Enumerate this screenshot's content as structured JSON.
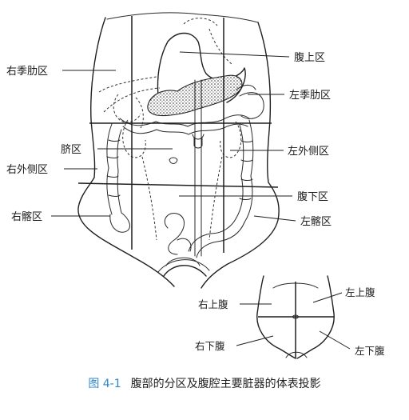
{
  "labels": {
    "right_hypochondriac": "右季肋区",
    "epigastric": "腹上区",
    "left_hypochondriac": "左季肋区",
    "umbilical": "脐区",
    "left_lateral": "左外侧区",
    "right_lateral": "右外侧区",
    "hypogastric": "腹下区",
    "right_iliac": "右髂区",
    "left_iliac": "左髂区"
  },
  "quadrant_labels": {
    "right_upper": "右上腹",
    "left_upper": "左上腹",
    "right_lower": "右下腹",
    "left_lower": "左下腹"
  },
  "caption": {
    "number": "图 4-1",
    "text": "腹部的分区及腹腔主要脏器的体表投影"
  },
  "colors": {
    "ink": "#1f1f1f",
    "caption_number": "#2f86c8"
  }
}
